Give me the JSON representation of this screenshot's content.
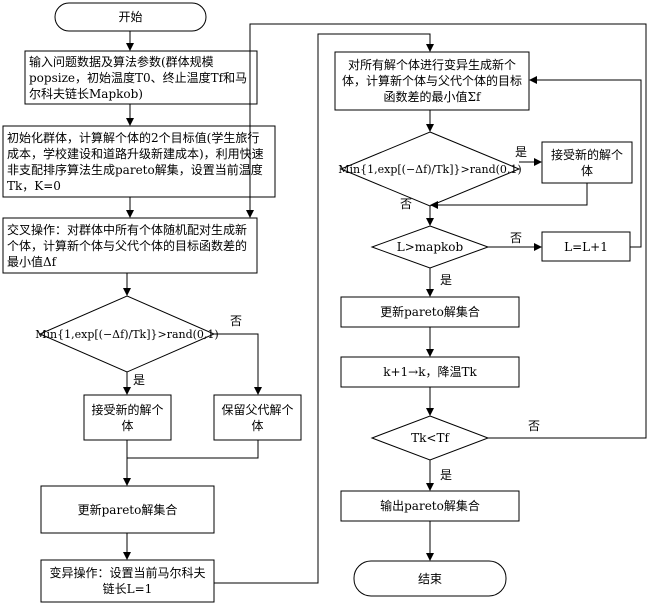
{
  "nodes": {
    "start": "开始",
    "input": "输入问题数据及算法参数(群体规模popsize，初始温度T0、终止温度Tf和马尔科夫链长Mapkob)",
    "init": "初始化群体，计算解个体的2个目标值(学生旅行成本，学校建设和道路升级新建成本)，利用快速非支配排序算法生成pareto解集，设置当前温度Tk，K=0",
    "crossover": "交叉操作：对群体中所有个体随机配对生成新个体，计算新个体与父代个体的目标函数差的最小值Δf",
    "cond_left": "Min{1,exp[(−Δf)/Tk]}>rand(0,1)",
    "accept_left": "接受新的解个体",
    "keep_parent": "保留父代解个体",
    "update_left": "更新pareto解集合",
    "mutation_setup": "变异操作：设置当前马尔科夫链长L=1",
    "mutation": "对所有解个体进行变异生成新个体，计算新个体与父代个体的目标函数差的最小值Σf",
    "cond_right": "Min{1,exp[(−Δf)/Tk]}>rand(0,1)",
    "accept_right": "接受新的解个体",
    "cond_L": "L>mapkob",
    "incL": "L=L+1",
    "update_right": "更新pareto解集合",
    "cool": "k+1→k，降温Tk",
    "cond_T": "Tk<Tf",
    "output": "输出pareto解集合",
    "end": "结束"
  },
  "labels": {
    "no_left": "否",
    "yes_left": "是",
    "yes_right": "是",
    "no_right": "否",
    "no_L": "否",
    "yes_L": "是",
    "no_T": "否",
    "yes_T": "是"
  }
}
